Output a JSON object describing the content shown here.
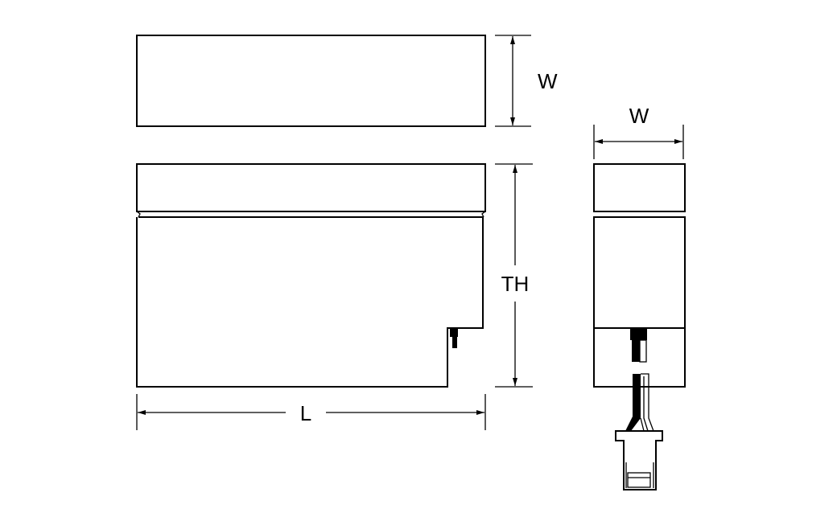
{
  "labels": {
    "top_width": "W",
    "side_width": "W",
    "total_height": "TH",
    "length": "L"
  },
  "colors": {
    "line": "#000000",
    "background": "#ffffff"
  }
}
